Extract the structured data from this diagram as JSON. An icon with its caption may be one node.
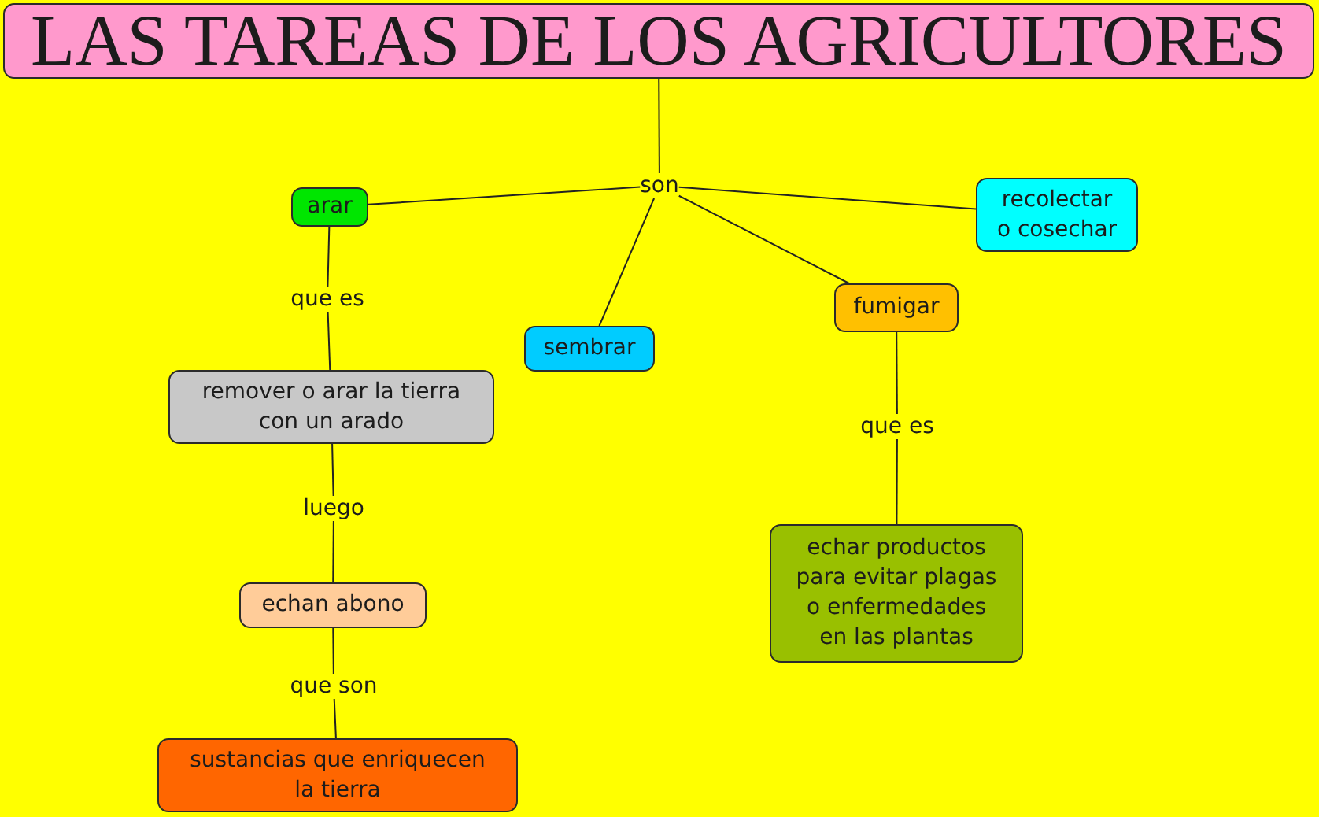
{
  "diagram": {
    "nodes": [
      {
        "text": [
          "LAS TAREAS DE LOS AGRICULTORES"
        ]
      },
      {
        "text": [
          "son"
        ]
      },
      {
        "text": [
          "arar"
        ]
      },
      {
        "text": [
          "recolectar o cosechar"
        ]
      },
      {
        "text": [
          "que es"
        ]
      },
      {
        "text": [
          "sembrar"
        ]
      },
      {
        "text": [
          "fumigar"
        ]
      },
      {
        "text": [
          "remover o arar la tierra con un arado"
        ]
      },
      {
        "text": [
          "que es"
        ]
      },
      {
        "text": [
          "luego"
        ]
      },
      {
        "text": [
          "echar productos para evitar plagas o enfermedades en las plantas"
        ]
      },
      {
        "text": [
          "echan abono"
        ]
      },
      {
        "text": [
          "que son"
        ]
      },
      {
        "text": [
          "sustancias que enriquecen la tierra"
        ]
      }
    ],
    "edges": [
      {
        "from": 0,
        "to": 1,
        "arrow": "none"
      },
      {
        "from": 1,
        "to": 2,
        "arrow": "none"
      },
      {
        "from": 1,
        "to": 5,
        "arrow": "none"
      },
      {
        "from": 1,
        "to": 6,
        "arrow": "none"
      },
      {
        "from": 1,
        "to": 3,
        "arrow": "none"
      },
      {
        "from": 2,
        "to": 4,
        "arrow": "none"
      },
      {
        "from": 4,
        "to": 7,
        "arrow": "none"
      },
      {
        "from": 7,
        "to": 9,
        "arrow": "none"
      },
      {
        "from": 9,
        "to": 11,
        "arrow": "none"
      },
      {
        "from": 11,
        "to": 12,
        "arrow": "none"
      },
      {
        "from": 12,
        "to": 13,
        "arrow": "none"
      },
      {
        "from": 6,
        "to": 8,
        "arrow": "none"
      },
      {
        "from": 8,
        "to": 10,
        "arrow": "none"
      }
    ]
  }
}
